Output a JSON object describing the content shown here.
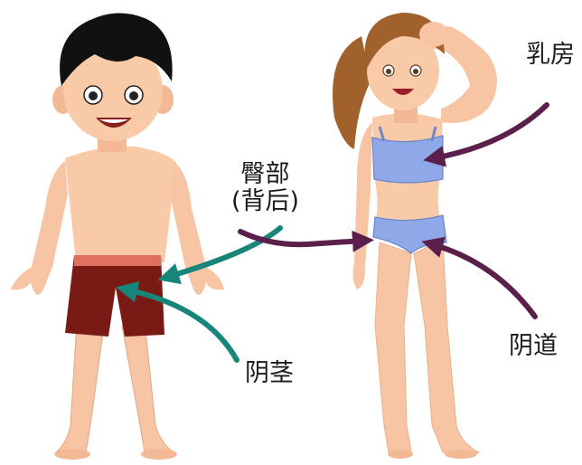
{
  "labels": {
    "breast": "乳房",
    "buttocks_line1": "臀部",
    "buttocks_line2": "(背后)",
    "penis": "阴茎",
    "vagina": "阴道"
  },
  "colors": {
    "arrow_boy": "#17857a",
    "arrow_girl": "#5a1f4a",
    "skin": "#f7c5a4",
    "boy_hair": "#111111",
    "boy_shorts": "#7a1a14",
    "girl_hair": "#a0612a",
    "girl_underwear": "#8fa9e8"
  },
  "icons": [
    "boy-figure",
    "girl-figure",
    "arrow-icon"
  ]
}
